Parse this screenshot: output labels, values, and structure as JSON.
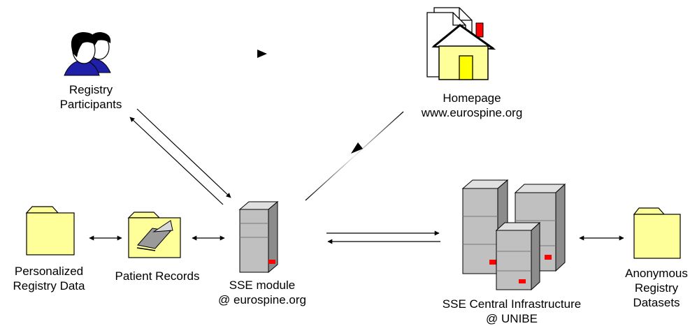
{
  "nodes": {
    "participants": {
      "line1": "Registry",
      "line2": "Participants"
    },
    "homepage": {
      "line1": "Homepage",
      "line2": "www.eurospine.org"
    },
    "personalized_data": {
      "line1": "Personalized",
      "line2": "Registry Data"
    },
    "patient_records": {
      "line1": "Patient Records"
    },
    "sse_module": {
      "line1": "SSE module",
      "line2": "@ eurospine.org"
    },
    "central_infra": {
      "line1": "SSE Central Infrastructure",
      "line2": "@ UNIBE"
    },
    "anonymous_datasets": {
      "line1": "Anonymous",
      "line2": "Registry",
      "line3": "Datasets"
    }
  },
  "icons": [
    "people-icon",
    "homepage-icon",
    "folder-icon",
    "patient-records-icon",
    "server-icon",
    "server-cluster-icon"
  ],
  "colors": {
    "folder_fill": "#ffff99",
    "server_fill": "#c0c0c0",
    "server_led": "#ff0000",
    "house_wall": "#ffff99",
    "house_door": "#ffff00",
    "chimney": "#ff0000",
    "person_shirt": "#1f1fa8"
  }
}
